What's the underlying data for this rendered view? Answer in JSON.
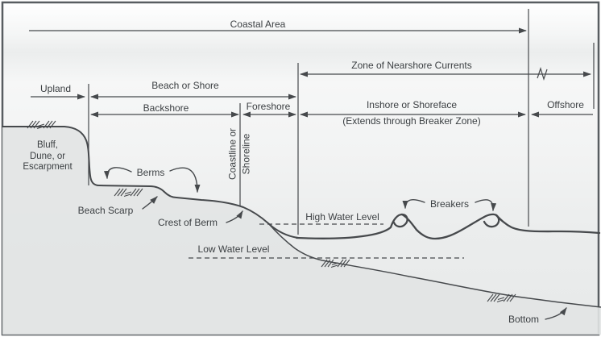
{
  "diagram": {
    "zones": {
      "coastal_area": "Coastal Area",
      "zone_of_nearshore_currents": "Zone of Nearshore Currents",
      "upland": "Upland",
      "beach_or_shore": "Beach or Shore",
      "backshore": "Backshore",
      "foreshore": "Foreshore",
      "inshore_line1": "Inshore or Shoreface",
      "inshore_line2": "(Extends through Breaker Zone)",
      "offshore": "Offshore"
    },
    "features": {
      "bluff_line1": "Bluff,",
      "bluff_line2": "Dune, or",
      "bluff_line3": "Escarpment",
      "coastline_line1": "Coastline or",
      "coastline_line2": "Shoreline",
      "berms": "Berms",
      "beach_scarp": "Beach Scarp",
      "crest_of_berm": "Crest of Berm",
      "high_water_level": "High Water Level",
      "low_water_level": "Low Water Level",
      "breakers": "Breakers",
      "bottom": "Bottom"
    },
    "colors": {
      "line": "#46494c",
      "text": "#3b3f42",
      "terrain_fill": "#e2e4e4",
      "background_top": "#ffffff",
      "background_bottom": "#e7e9e9"
    }
  }
}
